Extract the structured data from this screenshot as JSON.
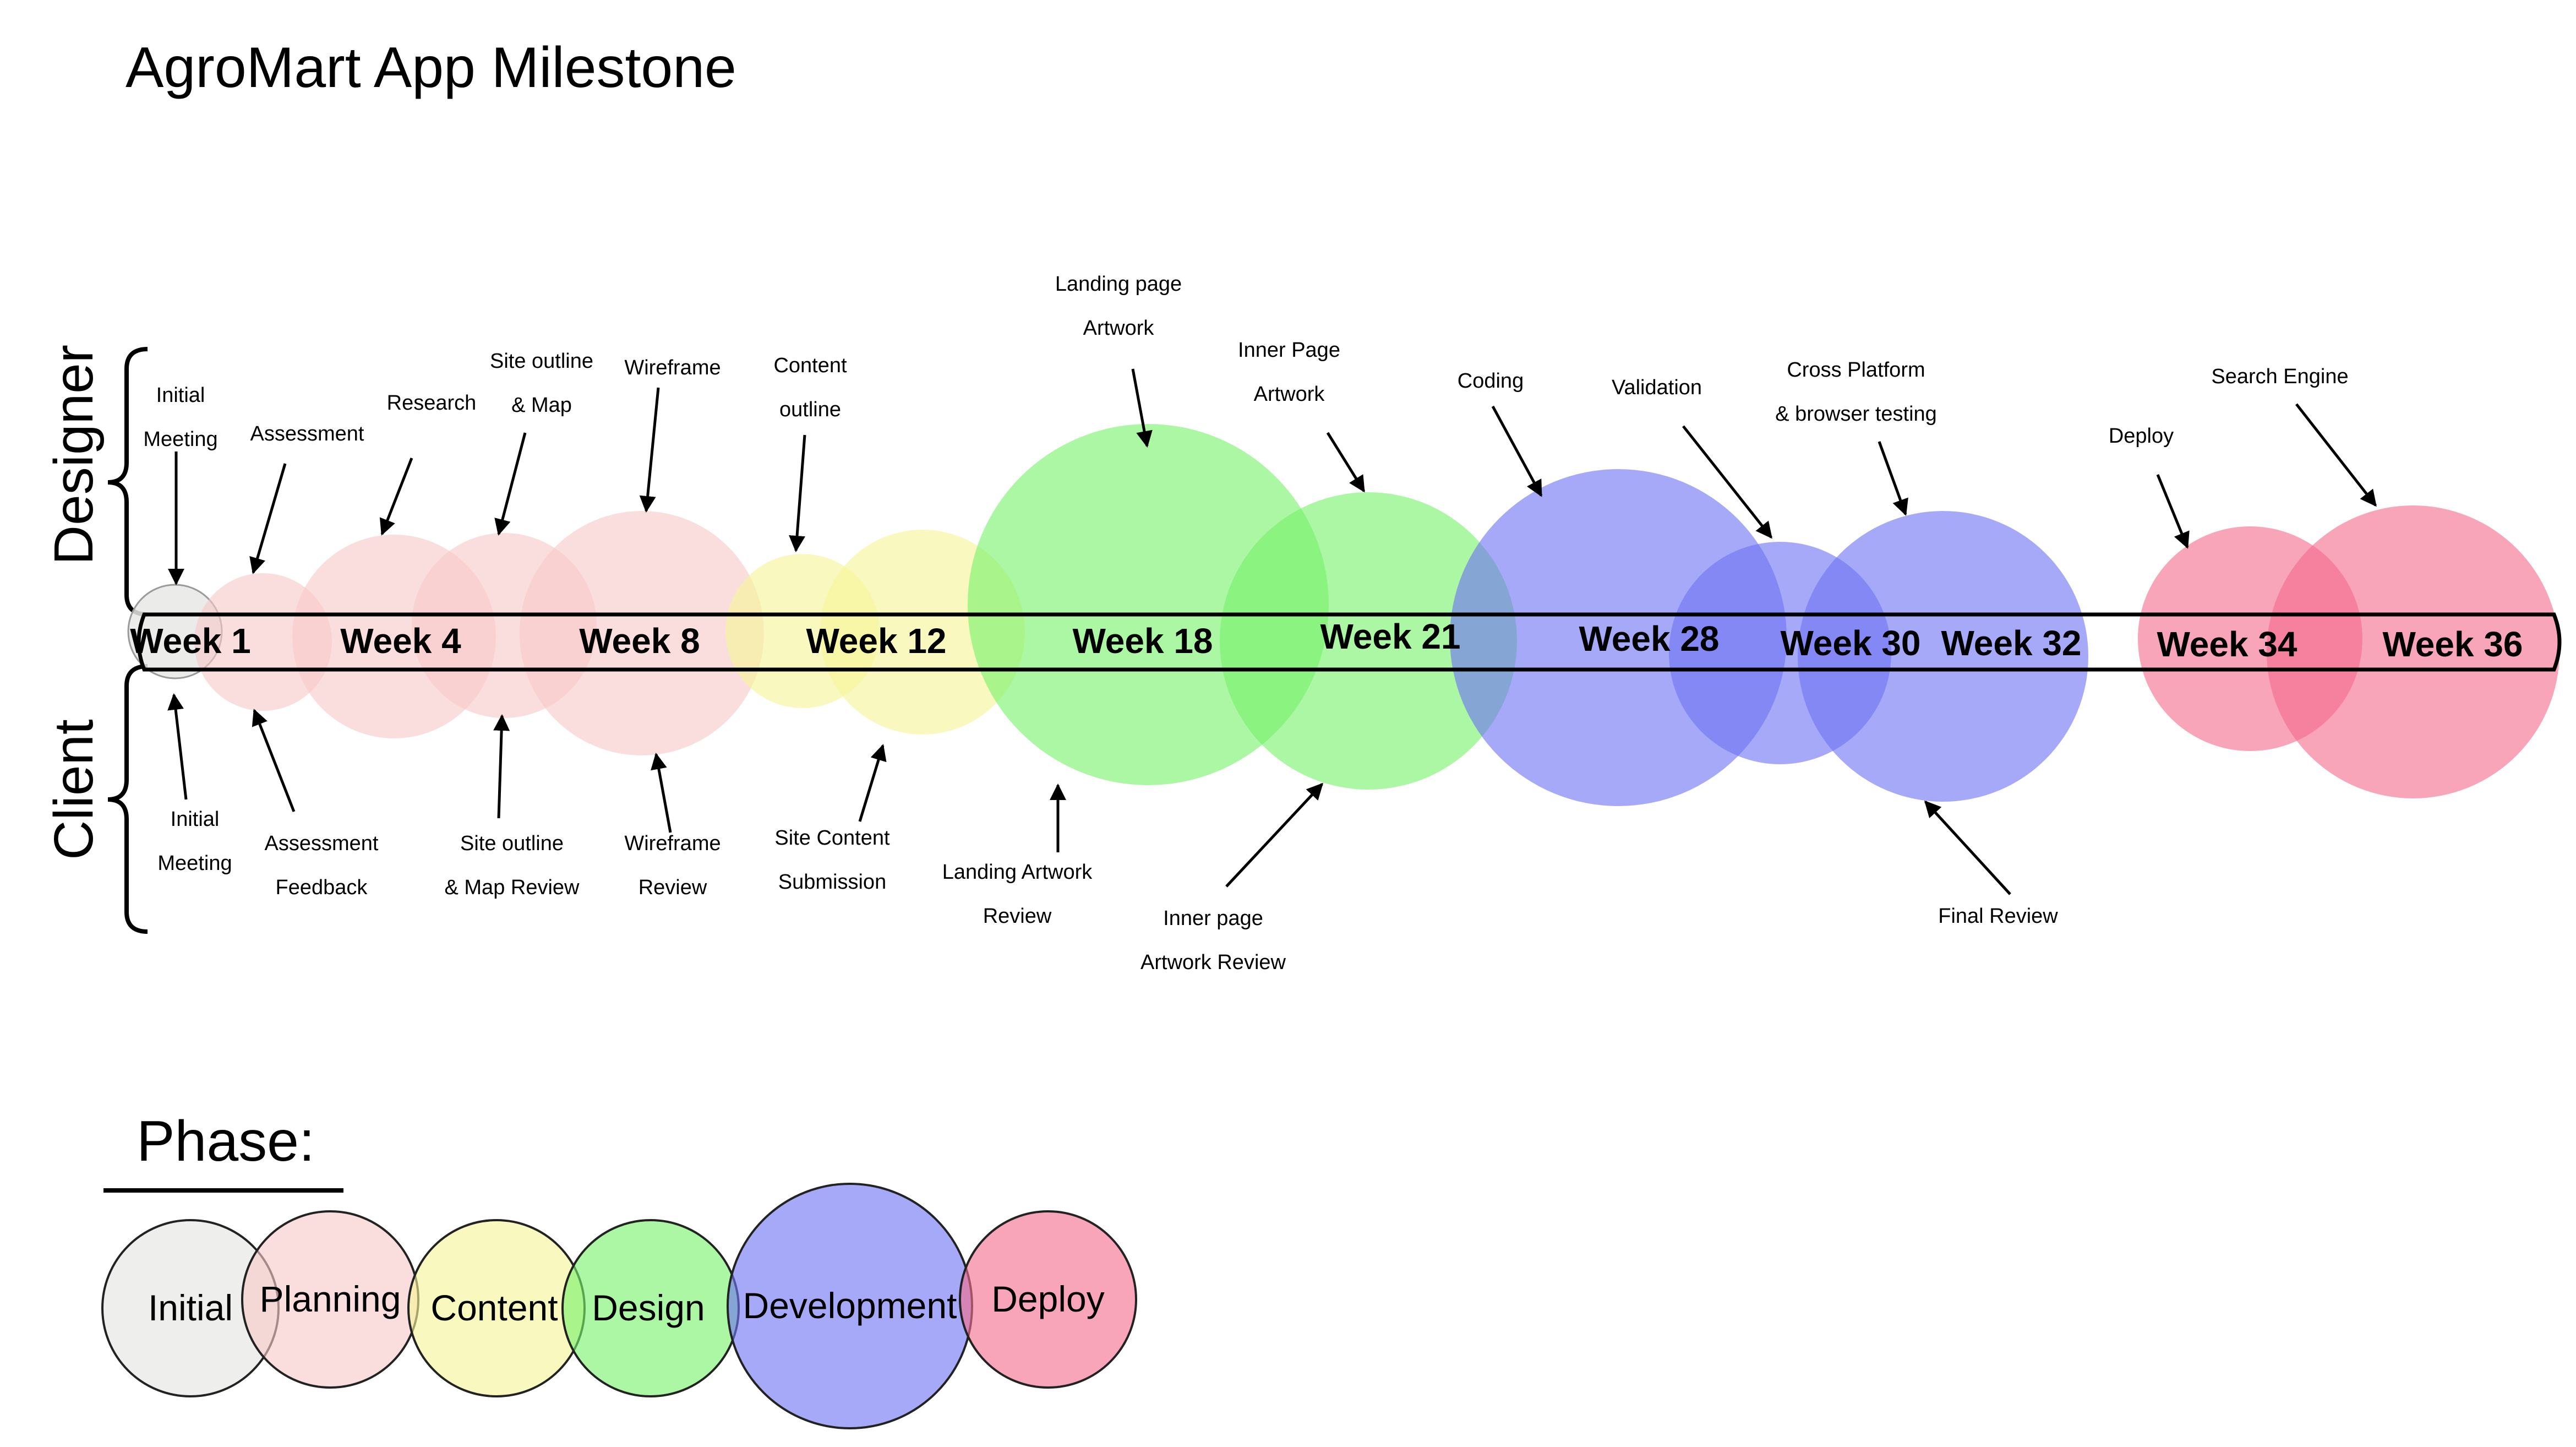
{
  "title": "AgroMart App Milestone",
  "lanes": {
    "designer": "Designer",
    "client": "Client"
  },
  "phase_heading": "Phase:",
  "colors": {
    "initial": "#e8e8e6",
    "planning": "#f7c9c8",
    "content": "#f5f597",
    "design": "#78f26a",
    "development": "#6e74f2",
    "deploy": "#f36c8e"
  },
  "weeks": [
    {
      "label": "Week 1",
      "phase": "initial"
    },
    {
      "label": "Week 4",
      "phase": "planning"
    },
    {
      "label": "Week 8",
      "phase": "planning"
    },
    {
      "label": "Week 12",
      "phase": "content"
    },
    {
      "label": "Week 18",
      "phase": "design"
    },
    {
      "label": "Week 21",
      "phase": "design"
    },
    {
      "label": "Week 28",
      "phase": "development"
    },
    {
      "label": "Week 30",
      "phase": "development"
    },
    {
      "label": "Week 32",
      "phase": "development"
    },
    {
      "label": "Week 34",
      "phase": "deploy"
    },
    {
      "label": "Week 36",
      "phase": "deploy"
    }
  ],
  "designer_milestones": [
    {
      "line1": "Initial",
      "line2": "Meeting"
    },
    {
      "line1": "Assessment",
      "line2": ""
    },
    {
      "line1": "Research",
      "line2": ""
    },
    {
      "line1": "Site outline",
      "line2": "& Map"
    },
    {
      "line1": "Wireframe",
      "line2": ""
    },
    {
      "line1": "Content",
      "line2": "outline"
    },
    {
      "line1": "Landing page",
      "line2": "Artwork"
    },
    {
      "line1": "Inner Page",
      "line2": "Artwork"
    },
    {
      "line1": "Coding",
      "line2": ""
    },
    {
      "line1": "Validation",
      "line2": ""
    },
    {
      "line1": "Cross Platform",
      "line2": "& browser testing"
    },
    {
      "line1": "Deploy",
      "line2": ""
    },
    {
      "line1": "Search Engine",
      "line2": ""
    }
  ],
  "client_milestones": [
    {
      "line1": "Initial",
      "line2": "Meeting"
    },
    {
      "line1": "Assessment",
      "line2": "Feedback"
    },
    {
      "line1": "Site outline",
      "line2": "& Map Review"
    },
    {
      "line1": "Wireframe",
      "line2": "Review"
    },
    {
      "line1": "Site Content",
      "line2": "Submission"
    },
    {
      "line1": "Landing Artwork",
      "line2": "Review"
    },
    {
      "line1": "Inner page",
      "line2": "Artwork Review"
    },
    {
      "line1": "Final Review",
      "line2": ""
    }
  ],
  "legend": [
    {
      "label": "Initial",
      "phase": "initial"
    },
    {
      "label": "Planning",
      "phase": "planning"
    },
    {
      "label": "Content",
      "phase": "content"
    },
    {
      "label": "Design",
      "phase": "design"
    },
    {
      "label": "Development",
      "phase": "development"
    },
    {
      "label": "Deploy",
      "phase": "deploy"
    }
  ]
}
